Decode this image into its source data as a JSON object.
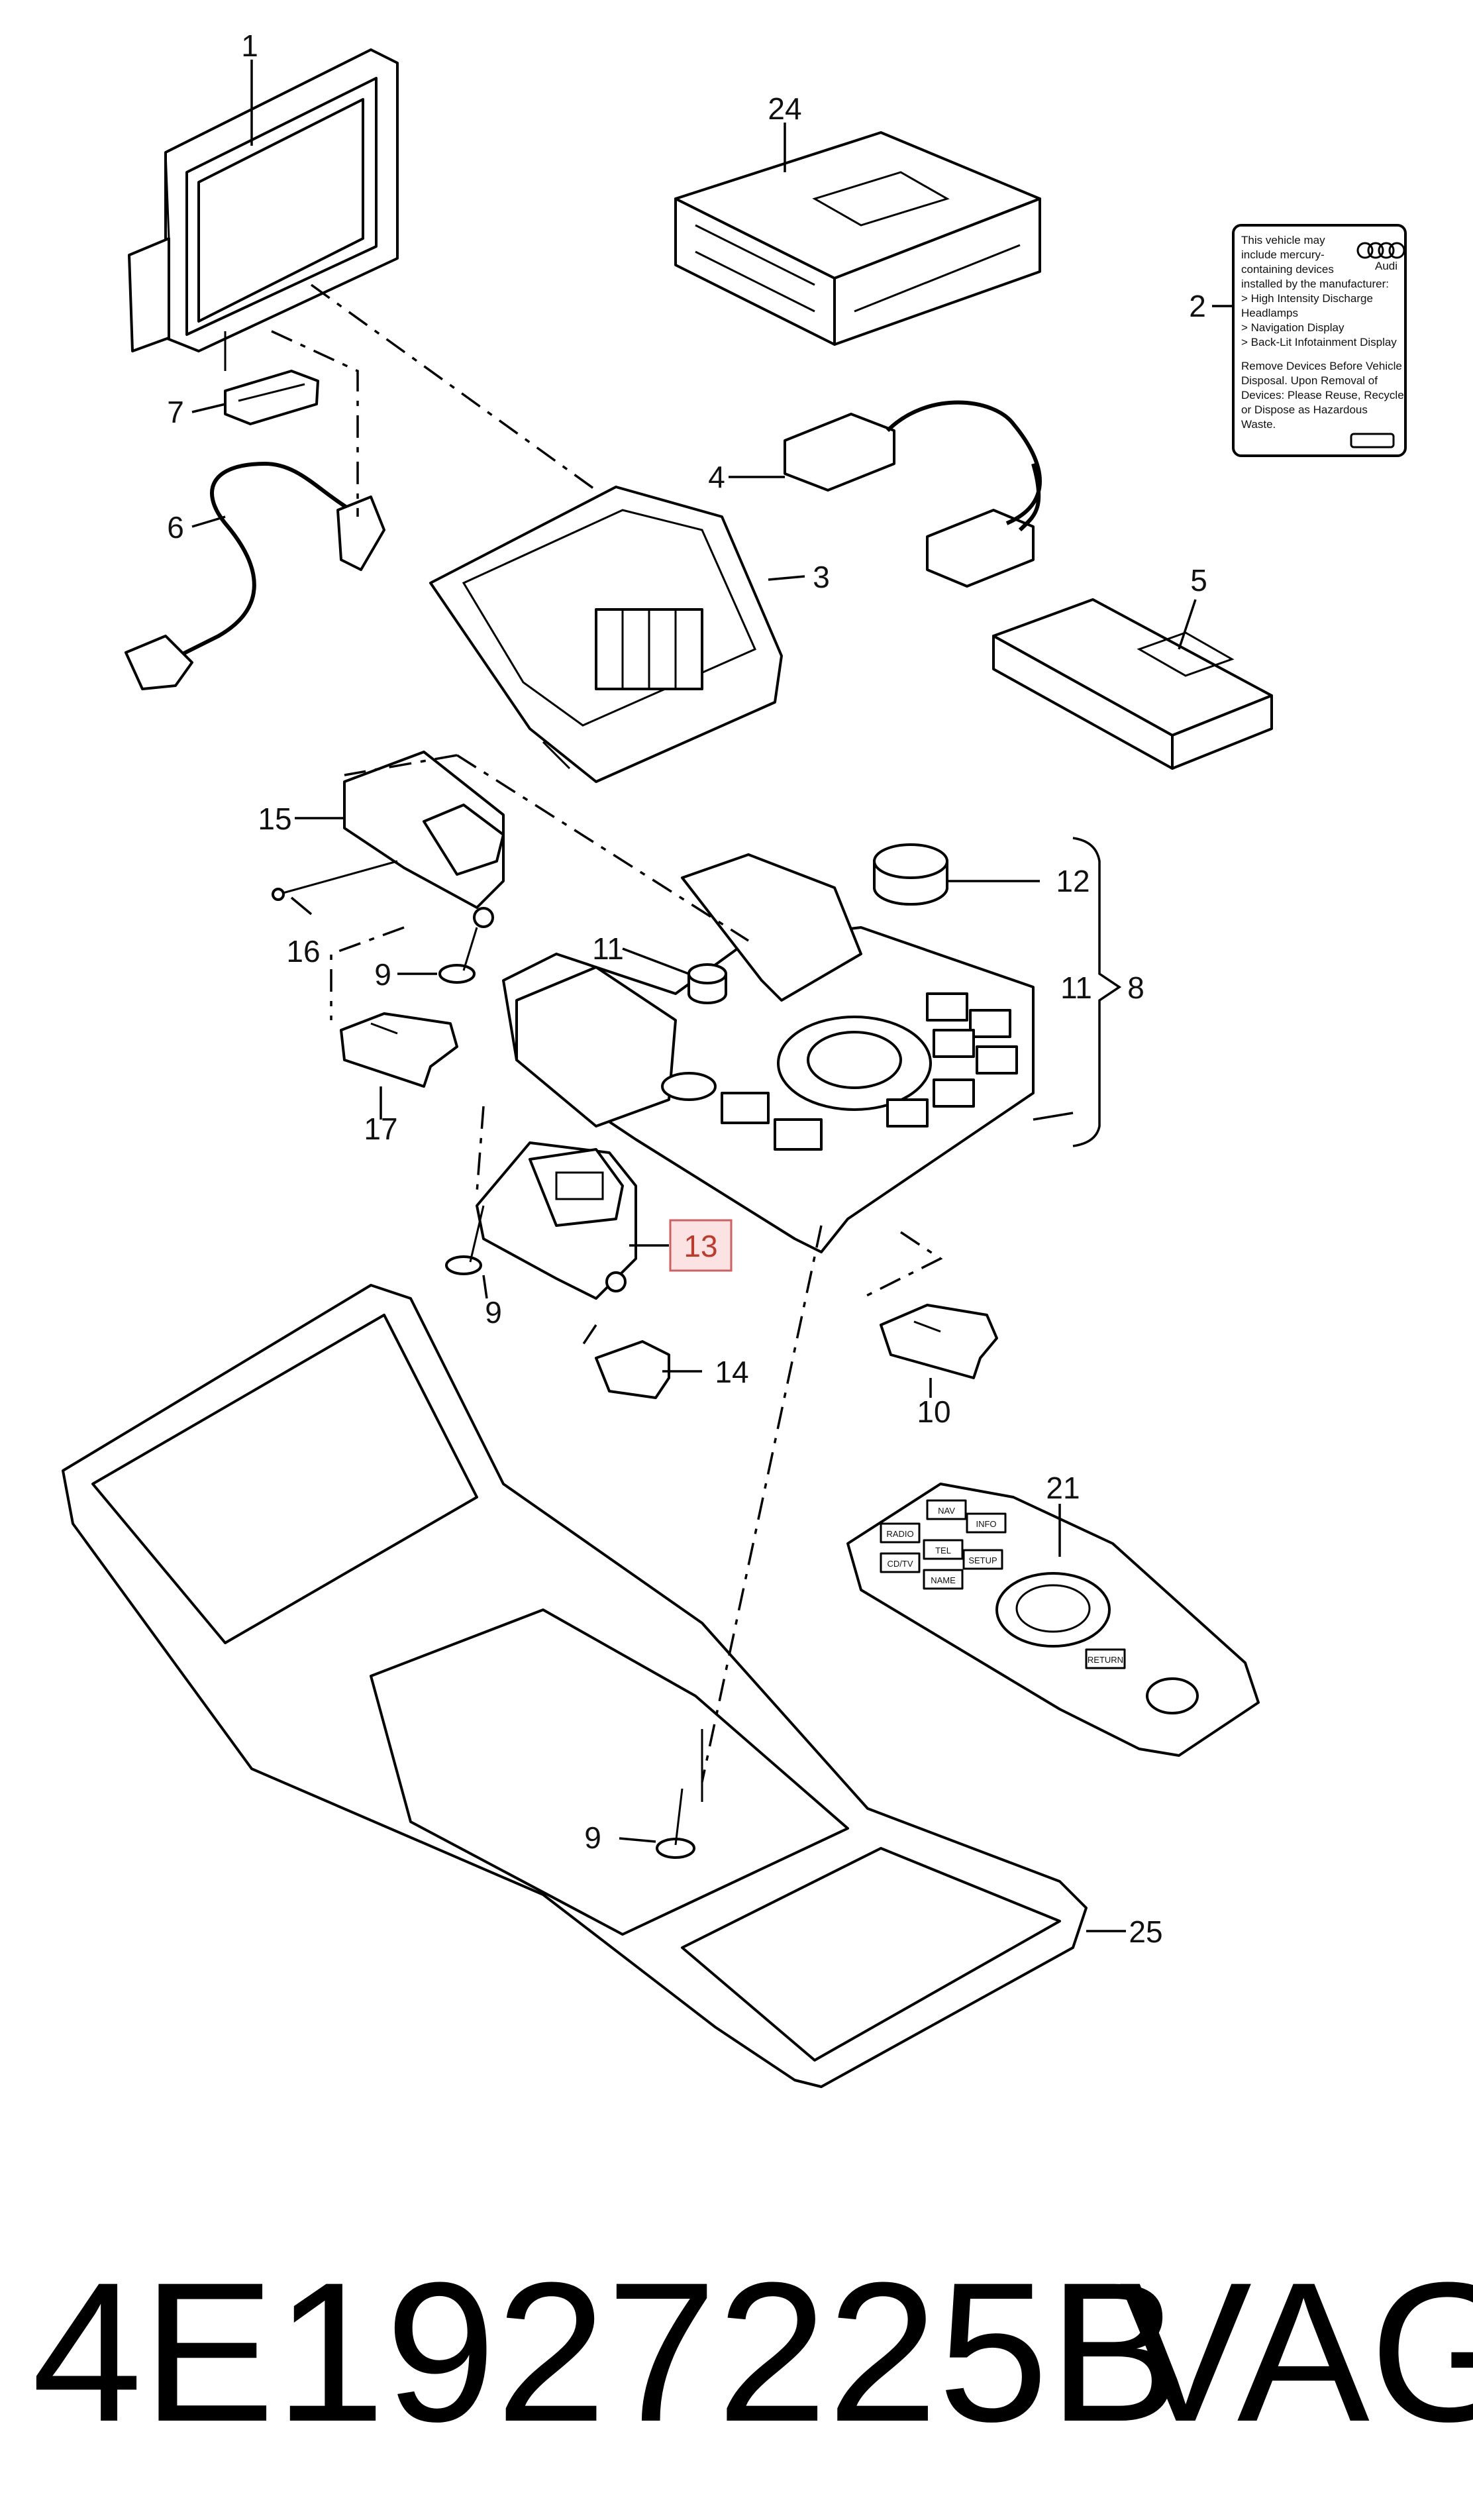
{
  "callouts": {
    "c1": "1",
    "c2": "2",
    "c3": "3",
    "c4": "4",
    "c5": "5",
    "c6": "6",
    "c7": "7",
    "c8": "8",
    "c9a": "9",
    "c9b": "9",
    "c9c": "9",
    "c10": "10",
    "c11a": "11",
    "c11b": "11",
    "c12": "12",
    "c13": "13",
    "c14": "14",
    "c15": "15",
    "c16": "16",
    "c17": "17",
    "c21": "21",
    "c24": "24",
    "c25": "25"
  },
  "warning_label": {
    "lines": [
      "This vehicle may",
      "include mercury-",
      "containing devices",
      "installed by the manufacturer:",
      "> High Intensity Discharge",
      "   Headlamps",
      "> Navigation Display",
      "> Back-Lit Infotainment Display",
      "Remove Devices Before Vehicle",
      "Disposal. Upon Removal of",
      "Devices: Please Reuse, Recycle,",
      "or Dispose as Hazardous",
      "Waste."
    ],
    "brand": "Audi"
  },
  "remote_buttons": [
    "NAV",
    "INFO",
    "RADIO",
    "TEL",
    "CD/TV",
    "SETUP",
    "NAME",
    "RETURN"
  ],
  "highlight_color": "#d06060",
  "part_number": "4E1927225B",
  "brand": "VAG"
}
